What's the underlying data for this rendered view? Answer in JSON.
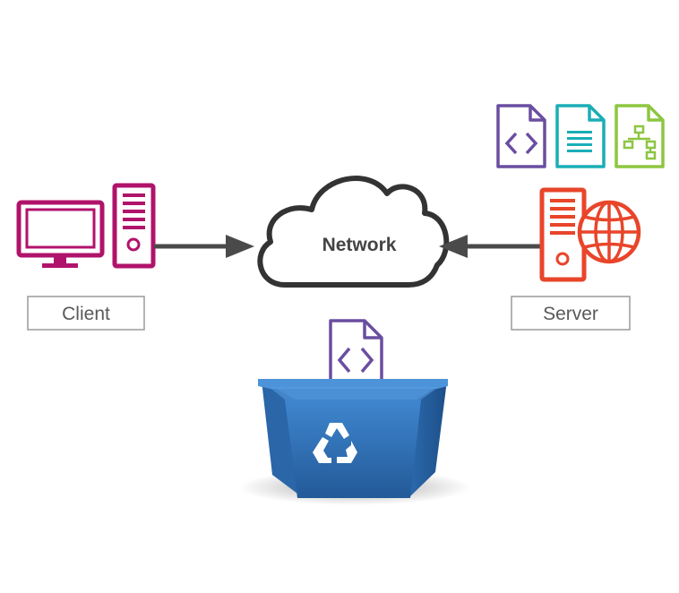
{
  "labels": {
    "client": "Client",
    "server": "Server",
    "network": "Network"
  },
  "colors": {
    "client": "#b0136b",
    "server": "#e8452a",
    "doc_purple": "#6a4ea0",
    "doc_teal": "#1aaeb6",
    "doc_green": "#8dc641",
    "cloud_stroke": "#333333",
    "arrow": "#4a4a4a",
    "bin": "#2e6fb5",
    "label_border": "#9a9a9a"
  },
  "icons": {
    "client_monitor": "monitor-icon",
    "client_tower": "desktop-tower-icon",
    "server_tower": "server-icon",
    "server_globe": "globe-icon",
    "doc_code": "code-file-icon",
    "doc_text": "text-file-icon",
    "doc_sitemap": "sitemap-file-icon",
    "cloud": "cloud-icon",
    "recycle_bin": "recycle-bin-icon",
    "discarded_doc": "code-file-icon",
    "recycle_symbol": "recycle-symbol-icon"
  }
}
